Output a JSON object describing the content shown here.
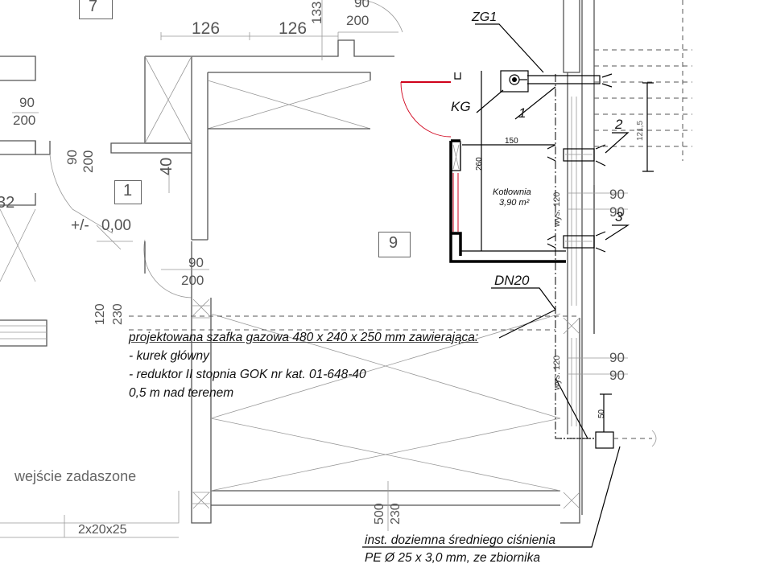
{
  "drawing": {
    "room_labels": {
      "r7": "7",
      "r1": "1",
      "r9": "9",
      "r32": "32"
    },
    "dimensions": {
      "d126a": "126",
      "d126b": "126",
      "d133": "133",
      "d90_top": "90",
      "d200_top": "200",
      "d90_left": "90",
      "d200_left": "200",
      "d90_v": "90",
      "d200_v": "200",
      "d40": "40",
      "level": "+/-",
      "level_val": "0,00",
      "d90_mid": "90",
      "d200_mid": "200",
      "d120": "120",
      "d230": "230",
      "d90_r1": "90",
      "d90_r2": "90",
      "d90_r3": "90",
      "d90_r4": "90",
      "d500": "500",
      "d230_b": "230",
      "stairs": "2x20x25",
      "d150": "150",
      "d260": "260",
      "d121_5": "121,5",
      "d50": "50",
      "wys120a": "wys. 120",
      "wys120b": "wys. 120"
    },
    "markers": {
      "zg1": "ZG1",
      "kg": "KG",
      "n1": "1",
      "n2": "2",
      "n3": "3",
      "dn20": "DN20"
    },
    "boiler_room": {
      "name": "Kotłownia",
      "area": "3,90 m²"
    },
    "note_lines": [
      "projektowana szafka gazowa 480 x 240 x 250 mm zawierająca:",
      "- kurek główny",
      "- reduktor II stopnia GOK nr kat. 01-648-40",
      "0,5 m nad terenem"
    ],
    "entrance_label": "wejście zadaszone",
    "install_lines": [
      "inst. doziemna średniego ciśnienia",
      "PE Ø 25 x 3,0 mm, ze zbiornika"
    ],
    "colors": {
      "door_red": "#d0021b",
      "line": "#555555",
      "ink": "#000000"
    }
  }
}
